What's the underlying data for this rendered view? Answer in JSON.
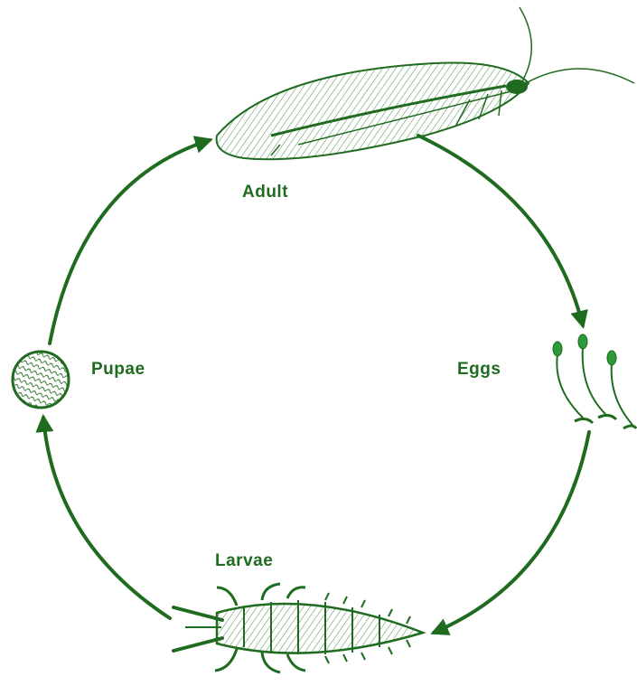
{
  "diagram": {
    "stages": {
      "adult": "Adult",
      "eggs": "Eggs",
      "larvae": "Larvae",
      "pupae": "Pupae"
    },
    "colors": {
      "stroke": "#1f6b1f",
      "egg": "#2e9a3a"
    },
    "icons": {
      "adult": "lacewing-adult-icon",
      "eggs": "stalked-eggs-icon",
      "larvae": "larva-icon",
      "pupae": "pupa-cocoon-icon"
    }
  }
}
